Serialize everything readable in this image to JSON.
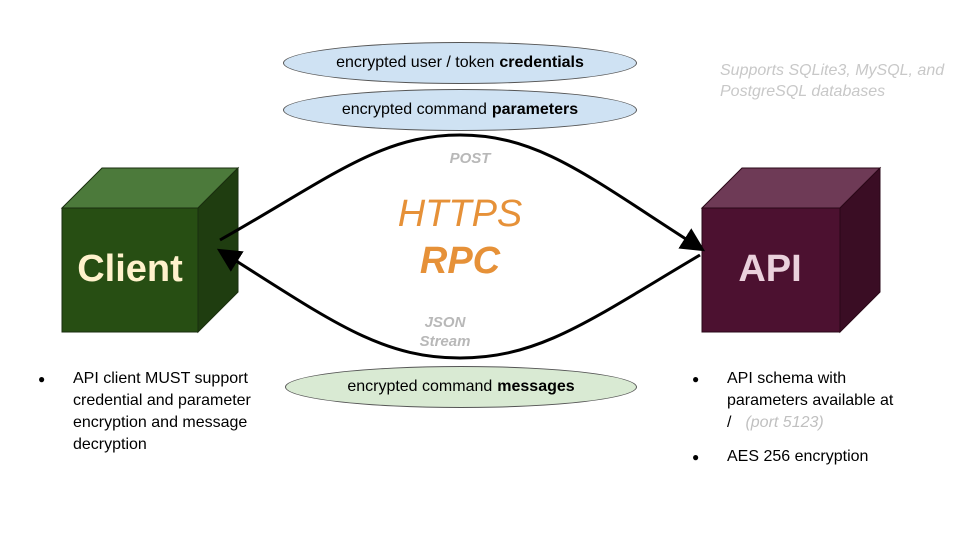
{
  "pills": {
    "credentials_prefix": "encrypted user / token",
    "credentials_bold": "credentials",
    "parameters_prefix": "encrypted command",
    "parameters_bold": "parameters",
    "messages_prefix": "encrypted command",
    "messages_bold": "messages"
  },
  "database_note": "Supports SQLite3, MySQL, and PostgreSQL databases",
  "arrows": {
    "top_label": "POST",
    "bottom_label_line1": "JSON",
    "bottom_label_line2": "Stream"
  },
  "center": {
    "protocol": "HTTPS",
    "style": "RPC"
  },
  "client": {
    "label": "Client",
    "colors": {
      "front": "#274e13",
      "top": "#4c7a3b",
      "side": "#1f3d10"
    },
    "notes": [
      "API client MUST support credential and parameter encryption and message decryption"
    ]
  },
  "api": {
    "label": "API",
    "colors": {
      "front": "#4c1130",
      "top": "#6e3a56",
      "side": "#3a0d24"
    },
    "note_schema": "API schema with parameters available at /",
    "note_port": "(port 5123)",
    "note_encryption": "AES 256 encryption"
  }
}
